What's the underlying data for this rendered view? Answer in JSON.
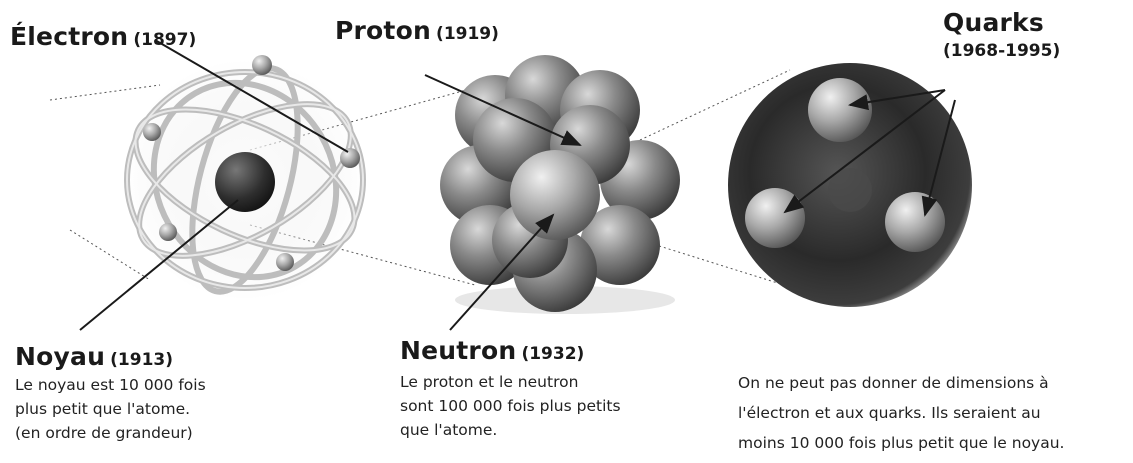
{
  "labels": {
    "electron": {
      "name": "Électron",
      "year": "(1897)"
    },
    "proton": {
      "name": "Proton",
      "year": "(1919)"
    },
    "quarks": {
      "name": "Quarks",
      "year": "(1968-1995)"
    },
    "noyau": {
      "name": "Noyau",
      "year": "(1913)"
    },
    "neutron": {
      "name": "Neutron",
      "year": "(1932)"
    }
  },
  "notes": {
    "noyau": [
      "Le noyau est 10 000 fois",
      "plus petit que l'atome.",
      "(en ordre de grandeur)"
    ],
    "neutron": [
      "Le proton et le neutron",
      "sont 100 000 fois plus petits",
      "que l'atome."
    ],
    "quarks": [
      "On ne peut pas donner de dimensions à",
      "l'électron et aux quarks. Ils seraient au",
      "moins 10 000 fois plus petit que le noyau."
    ]
  },
  "colors": {
    "nucleon": "#7d7d7d",
    "nucleus": "#2e2e2e",
    "orbit": "#bdbdbd",
    "quark_sphere": "#2a2a2a",
    "line": "#1a1a1a"
  }
}
